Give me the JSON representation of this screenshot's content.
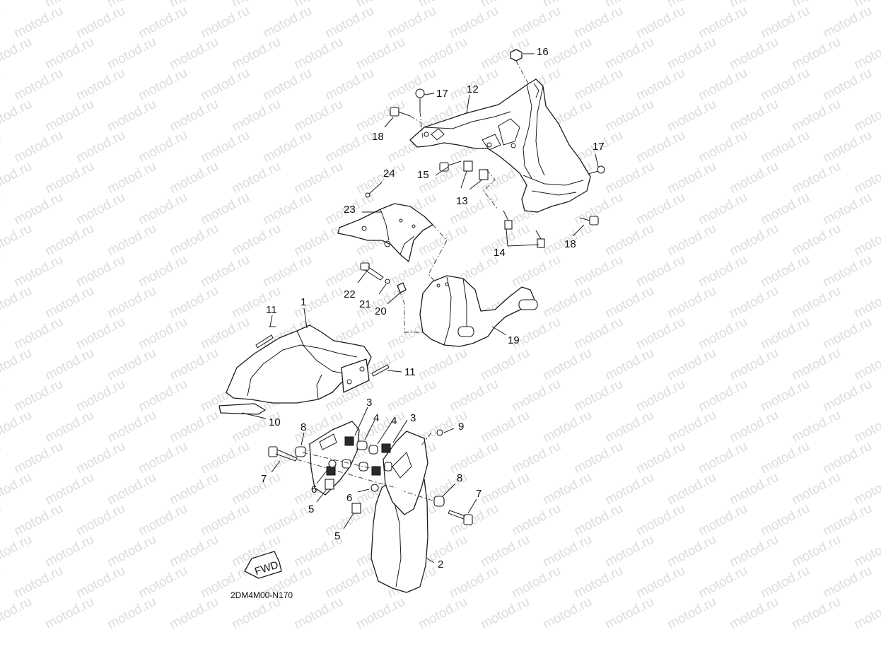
{
  "watermark": {
    "text": "motod.ru"
  },
  "diagram": {
    "drawing_code": "2DM4M00-N170",
    "fwd_text": "FWD",
    "callouts": [
      "1",
      "2",
      "3",
      "3",
      "4",
      "4",
      "5",
      "5",
      "6",
      "6",
      "7",
      "7",
      "8",
      "8",
      "9",
      "10",
      "11",
      "11",
      "12",
      "13",
      "14",
      "15",
      "16",
      "17",
      "17",
      "18",
      "18",
      "19",
      "20",
      "21",
      "22",
      "23",
      "24"
    ]
  }
}
